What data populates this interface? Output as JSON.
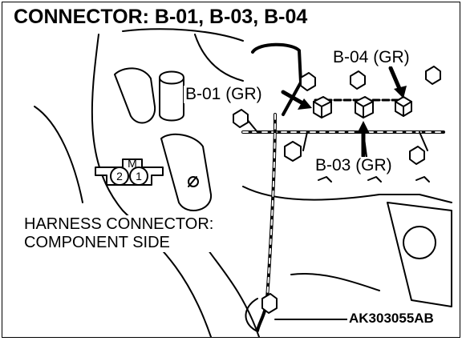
{
  "title": "CONNECTOR: B-01, B-03, B-04",
  "callouts": {
    "b04": "B-04 (GR)",
    "b01": "B-01 (GR)",
    "b03": "B-03 (GR)"
  },
  "harness_note": {
    "line1": "HARNESS CONNECTOR:",
    "line2": "COMPONENT SIDE"
  },
  "connector_symbol": {
    "mark": "M",
    "pins": [
      "2",
      "1"
    ]
  },
  "figure_id": "AK303055AB"
}
